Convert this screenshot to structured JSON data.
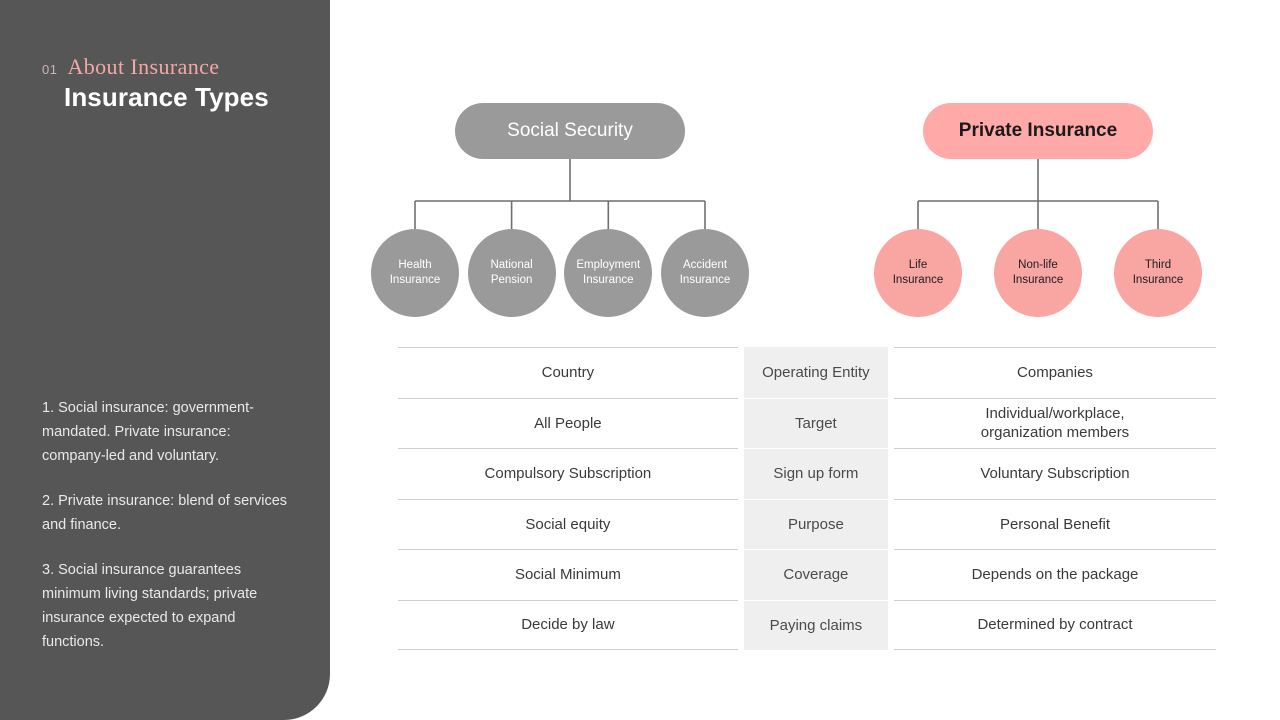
{
  "sidebar": {
    "section_number": "01",
    "kicker": "About Insurance",
    "title": "Insurance Types",
    "notes": [
      "1. Social insurance: government-mandated. Private insurance: company-led and voluntary.",
      "2. Private insurance: blend of services and finance.",
      "3. Social insurance guarantees minimum living standards; private insurance expected to expand functions."
    ]
  },
  "colors": {
    "panel_dark": "#565656",
    "accent_pink": "#f1a9a6",
    "node_gray": "#9a9a9a",
    "node_pink": "#f9a6a3",
    "pill_pink": "#ffaaa8",
    "mid_column_bg": "#efefef",
    "connector": "#6f6f6f"
  },
  "diagram": {
    "trees": [
      {
        "root": "Social Security",
        "leaves": [
          {
            "line1": "Health",
            "line2": "Insurance"
          },
          {
            "line1": "National",
            "line2": "Pension"
          },
          {
            "line1": "Employment",
            "line2": "Insurance"
          },
          {
            "line1": "Accident",
            "line2": "Insurance"
          }
        ]
      },
      {
        "root": "Private Insurance",
        "leaves": [
          {
            "line1": "Life",
            "line2": "Insurance"
          },
          {
            "line1": "Non-life",
            "line2": "Insurance"
          },
          {
            "line1": "Third",
            "line2": "Insurance"
          }
        ]
      }
    ]
  },
  "comparison": {
    "rows": [
      {
        "attribute": "Operating Entity",
        "social": "Country",
        "private_line1": "Companies",
        "private_line2": ""
      },
      {
        "attribute": "Target",
        "social": "All People",
        "private_line1": "Individual/workplace,",
        "private_line2": "organization members"
      },
      {
        "attribute": "Sign up form",
        "social": "Compulsory Subscription",
        "private_line1": "Voluntary Subscription",
        "private_line2": ""
      },
      {
        "attribute": "Purpose",
        "social": "Social equity",
        "private_line1": "Personal Benefit",
        "private_line2": ""
      },
      {
        "attribute": "Coverage",
        "social": "Social Minimum",
        "private_line1": "Depends on the package",
        "private_line2": ""
      },
      {
        "attribute": "Paying claims",
        "social": "Decide by law",
        "private_line1": "Determined by contract",
        "private_line2": ""
      }
    ]
  }
}
